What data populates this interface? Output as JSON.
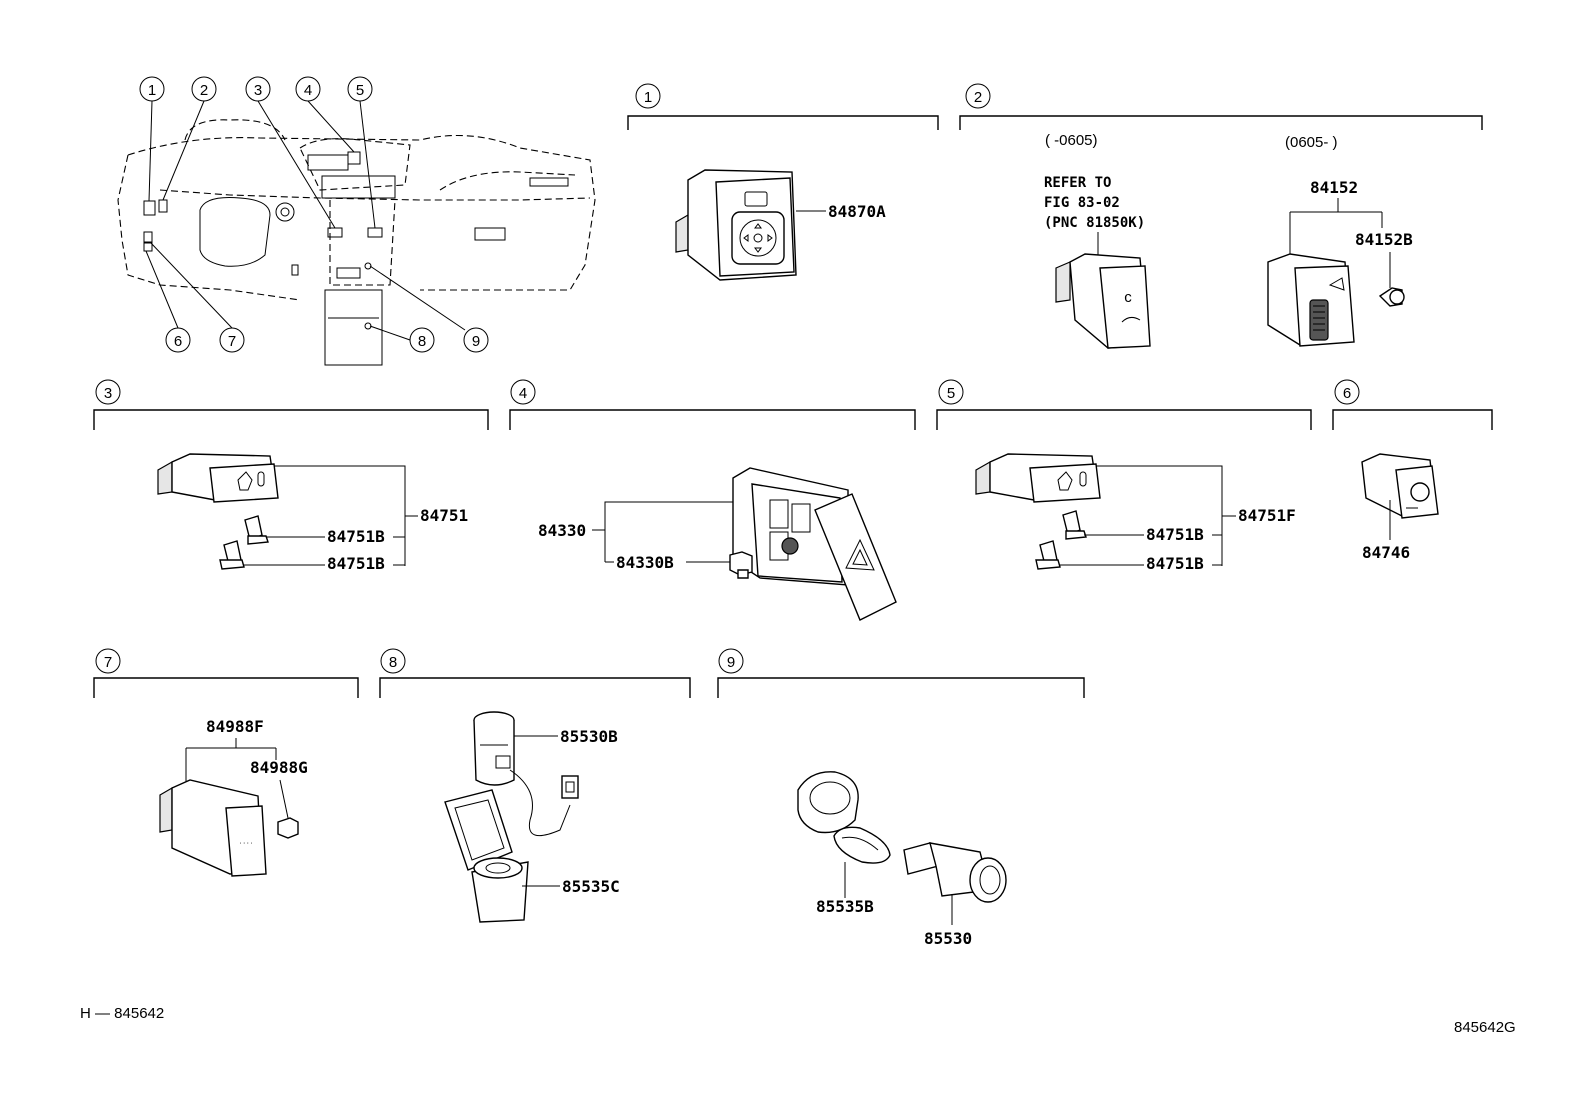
{
  "locator_labels": [
    "1",
    "2",
    "3",
    "4",
    "5",
    "6",
    "7",
    "8",
    "9"
  ],
  "sections": [
    {
      "id": "1",
      "parts": [
        "84870A"
      ]
    },
    {
      "id": "2",
      "date_left": "(      -0605)",
      "date_right": "(0605-      )",
      "note": [
        "REFER TO",
        "FIG 83-02",
        "(PNC 81850K)"
      ],
      "parts": [
        "84152",
        "84152B"
      ]
    },
    {
      "id": "3",
      "parts": [
        "84751",
        "84751B",
        "84751B"
      ]
    },
    {
      "id": "4",
      "parts": [
        "84330",
        "84330B"
      ]
    },
    {
      "id": "5",
      "parts": [
        "84751F",
        "84751B",
        "84751B"
      ]
    },
    {
      "id": "6",
      "parts": [
        "84746"
      ]
    },
    {
      "id": "7",
      "parts": [
        "84988F",
        "84988G"
      ]
    },
    {
      "id": "8",
      "parts": [
        "85530B",
        "85535C"
      ]
    },
    {
      "id": "9",
      "parts": [
        "85535B",
        "85530"
      ]
    }
  ],
  "footer": {
    "left_code": "H — 845642",
    "right_code": "845642G"
  },
  "colors": {
    "line": "#000000",
    "background": "#ffffff"
  }
}
